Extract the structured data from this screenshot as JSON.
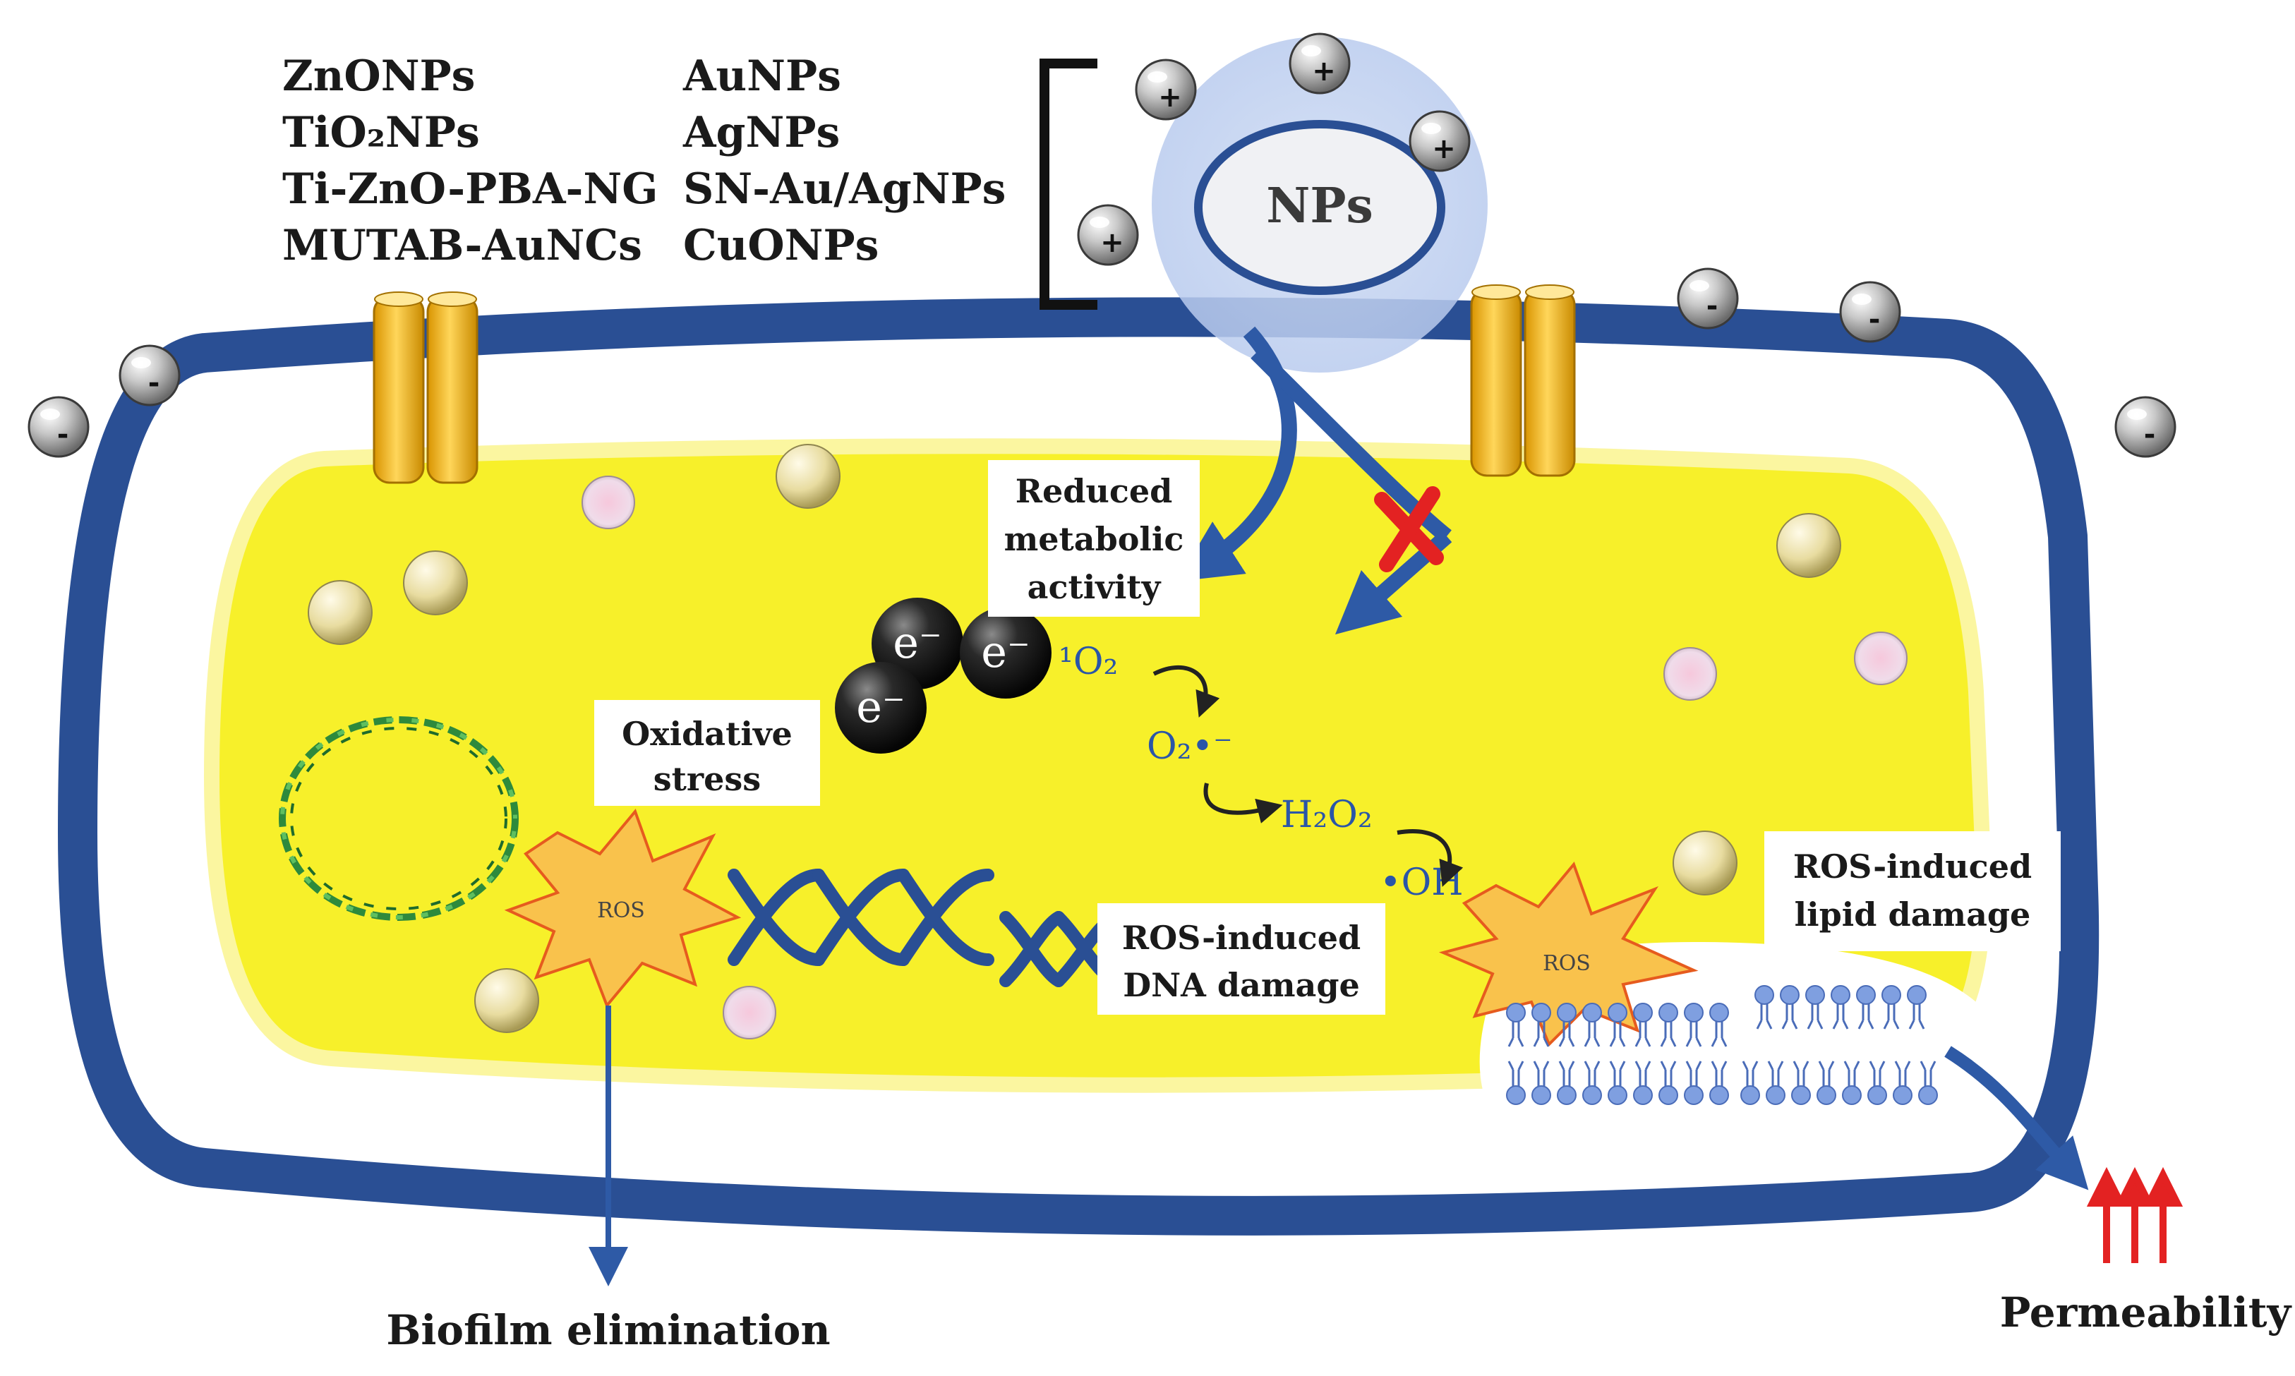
{
  "np_list": {
    "col1": [
      "ZnONPs",
      "TiO₂NPs",
      "Ti-ZnO-PBA-NG",
      "MUTAB-AuNCs"
    ],
    "col2": [
      "AuNPs",
      "AgNPs",
      "SN-Au/AgNPs",
      "CuONPs"
    ]
  },
  "np_core_label": "NPs",
  "charges": {
    "positive": "+",
    "negative": "-"
  },
  "labels": {
    "reduced_metabolic": [
      "Reduced",
      "metabolic",
      "activity"
    ],
    "oxidative_stress": [
      "Oxidative",
      "stress"
    ],
    "dna_damage": [
      "ROS-induced",
      "DNA damage"
    ],
    "lipid_damage": [
      "ROS-induced",
      "lipid damage"
    ],
    "ros": "ROS",
    "electron": "e⁻",
    "biofilm": "Biofilm elimination",
    "permeability": "Permeability"
  },
  "ros_chain": {
    "singlet_oxygen": "¹O₂",
    "superoxide": "O₂•⁻",
    "hydrogen_peroxide": "H₂O₂",
    "hydroxyl": "•OH"
  },
  "colors": {
    "cell_wall": "#2a4f94",
    "cytoplasm": "#f7f02a",
    "channel": "#f2b820",
    "arrow": "#2e5aa6",
    "ros_burst": "#f9c24c",
    "dna": "#2a4f94",
    "plasmid": "#2e8a3c",
    "lipid": "#7f9fe0",
    "block_mark": "#e32222",
    "permeability_arrow": "#e32222",
    "chem_text": "#2a55a8"
  }
}
